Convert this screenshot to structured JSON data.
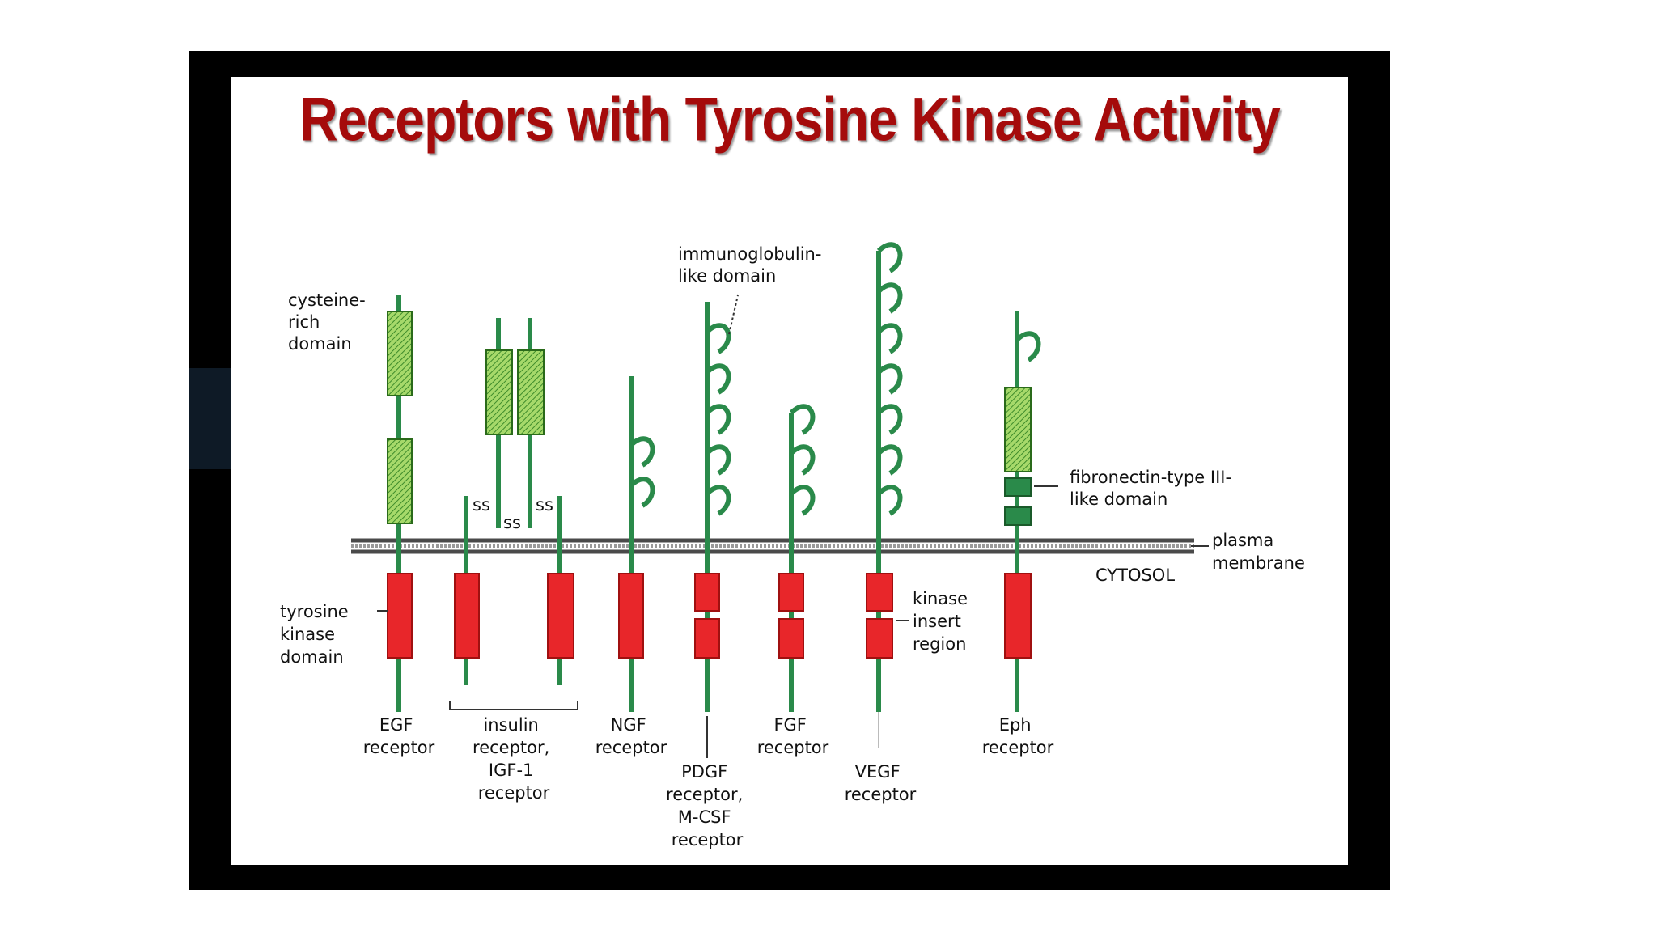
{
  "title": "Receptors with Tyrosine Kinase Activity",
  "labels": {
    "cysteine_rich": [
      "cysteine-",
      "rich",
      "domain"
    ],
    "immunoglobulin": [
      "immunoglobulin-",
      "like domain"
    ],
    "fibronectin": [
      "fibronectin-type III-",
      "like domain"
    ],
    "plasma_membrane": [
      "plasma",
      "membrane"
    ],
    "cytosol": "CYTOSOL",
    "tyrosine_kinase": [
      "tyrosine",
      "kinase",
      "domain"
    ],
    "kinase_insert": [
      "kinase",
      "insert",
      "region"
    ],
    "disulfide": "ss"
  },
  "receptors": [
    {
      "name": [
        "EGF",
        "receptor"
      ]
    },
    {
      "name": [
        "insulin",
        "receptor,",
        "IGF-1",
        "receptor"
      ]
    },
    {
      "name": [
        "NGF",
        "receptor"
      ]
    },
    {
      "name": [
        "PDGF",
        "receptor,",
        "M-CSF",
        "receptor"
      ]
    },
    {
      "name": [
        "FGF",
        "receptor"
      ]
    },
    {
      "name": [
        "VEGF",
        "receptor"
      ]
    },
    {
      "name": [
        "Eph",
        "receptor"
      ]
    }
  ],
  "colors": {
    "stem": "#2a8a4a",
    "kinase": "#e8262a",
    "cysteine": "#8cc63f",
    "fibronectin": "#2a8a4a",
    "title": "#a50b0b",
    "membrane": "#555555"
  }
}
